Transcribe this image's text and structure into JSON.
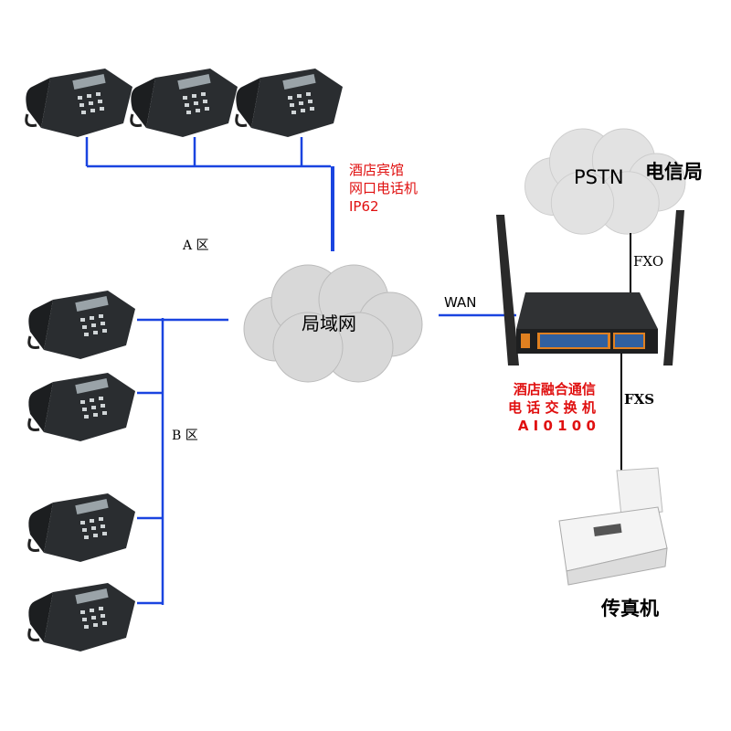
{
  "zones": {
    "a": "A  区",
    "b": "B  区"
  },
  "ip_phone_label": [
    "酒店宾馆",
    "网口电话机",
    "IP62"
  ],
  "lan_label": "局域网",
  "wan_label": "WAN",
  "pstn_label": "PSTN",
  "telecom_label": "电信局",
  "fxo_label": "FXO",
  "fxs_label": "FXS",
  "pbx_label": [
    "酒店融合通信",
    "电 话 交 换 机",
    "A I 0 1 0 0"
  ],
  "fax_label": "传真机",
  "colors": {
    "lan_line": "#1a44e0",
    "label_red": "#e01010",
    "cloud": "#d8d8d8"
  }
}
